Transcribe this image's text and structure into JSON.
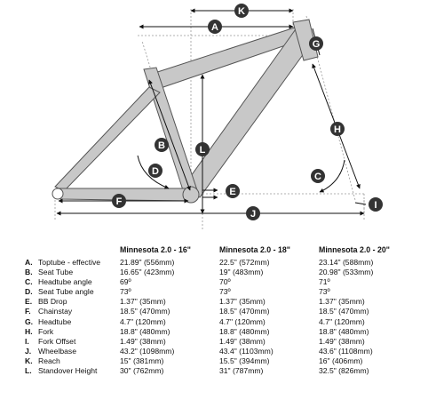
{
  "diagram": {
    "letters": [
      "A",
      "B",
      "C",
      "D",
      "E",
      "F",
      "G",
      "H",
      "I",
      "J",
      "K",
      "L"
    ]
  },
  "table": {
    "columns": [
      "Minnesota 2.0 - 16\"",
      "Minnesota 2.0 - 18\"",
      "Minnesota 2.0 - 20\""
    ],
    "rows": [
      {
        "letter": "A.",
        "label": "Toptube - effective",
        "values": [
          "21.89\" (556mm)",
          "22.5\" (572mm)",
          "23.14\" (588mm)"
        ]
      },
      {
        "letter": "B.",
        "label": "Seat Tube",
        "values": [
          "16.65\" (423mm)",
          "19\" (483mm)",
          "20.98\" (533mm)"
        ]
      },
      {
        "letter": "C.",
        "label": "Headtube angle",
        "values": [
          "69º",
          "70º",
          "71º"
        ]
      },
      {
        "letter": "D.",
        "label": "Seat Tube angle",
        "values": [
          "73º",
          "73º",
          "73º"
        ]
      },
      {
        "letter": "E.",
        "label": "BB Drop",
        "values": [
          "1.37\" (35mm)",
          "1.37\" (35mm)",
          "1.37\" (35mm)"
        ]
      },
      {
        "letter": "F.",
        "label": "Chainstay",
        "values": [
          "18.5\" (470mm)",
          "18.5\" (470mm)",
          "18.5\" (470mm)"
        ]
      },
      {
        "letter": "G.",
        "label": "Headtube",
        "values": [
          "4.7\" (120mm)",
          "4.7\" (120mm)",
          "4.7\" (120mm)"
        ]
      },
      {
        "letter": "H.",
        "label": "Fork",
        "values": [
          "18.8\" (480mm)",
          "18.8\" (480mm)",
          "18.8\" (480mm)"
        ]
      },
      {
        "letter": "I.",
        "label": "Fork Offset",
        "values": [
          "1.49\" (38mm)",
          "1.49\" (38mm)",
          "1.49\" (38mm)"
        ]
      },
      {
        "letter": "J.",
        "label": "Wheelbase",
        "values": [
          "43.2\" (1098mm)",
          "43.4\" (1103mm)",
          "43.6\" (1108mm)"
        ]
      },
      {
        "letter": "K.",
        "label": "Reach",
        "values": [
          "15\" (381mm)",
          "15.5\" (394mm)",
          "16\" (406mm)"
        ]
      },
      {
        "letter": "L.",
        "label": "Standover Height",
        "values": [
          "30\" (762mm)",
          "31\" (787mm)",
          "32.5\" (826mm)"
        ]
      }
    ]
  }
}
